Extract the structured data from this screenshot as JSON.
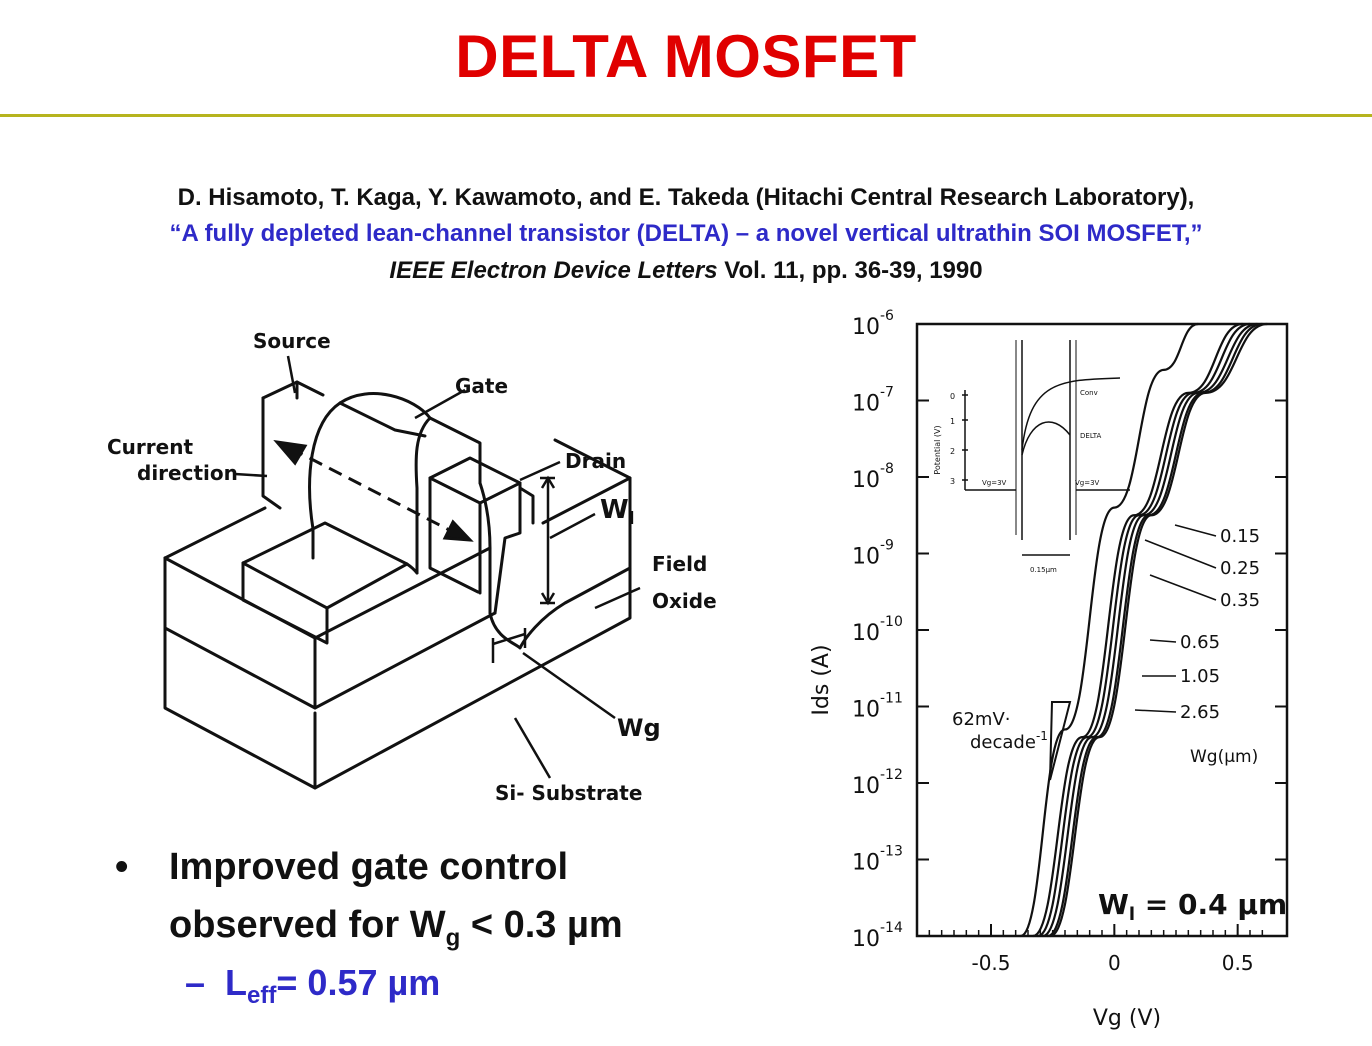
{
  "slide": {
    "title": "DELTA MOSFET"
  },
  "reference": {
    "authors": "D. Hisamoto, T. Kaga, Y. Kawamoto, and E. Takeda (Hitachi Central Research Laboratory),",
    "paper_title": "“A fully depleted lean-channel transistor (DELTA) – a novel vertical ultrathin SOI MOSFET,”",
    "journal": "IEEE Electron Device Letters",
    "details": " Vol. 11, pp. 36-39, 1990"
  },
  "device_figure": {
    "labels": {
      "source": "Source",
      "gate": "Gate",
      "current1": "Current",
      "current2": "direction",
      "drain": "Drain",
      "wl": "W",
      "wl_sub": "l",
      "field": "Field",
      "oxide": "Oxide",
      "wg": "Wg",
      "substrate": "Si- Substrate"
    }
  },
  "bullets": {
    "main_1": "Improved gate control",
    "main_2a": "observed for W",
    "main_2sub": "g",
    "main_2b": " < 0.3 µm",
    "sub_a": "L",
    "sub_sub": "eff",
    "sub_b": "= 0.57 µm",
    "dot": "•",
    "dash": "–"
  },
  "chart_data": {
    "type": "line",
    "xlabel": "Vg (V)",
    "ylabel": "Ids (A)",
    "xlim": [
      -0.8,
      0.7
    ],
    "ylim_log10": [
      -14,
      -6
    ],
    "x_ticks": [
      "-0.5",
      "0",
      "0.5"
    ],
    "y_ticks": [
      {
        "base": "10",
        "exp": "-6"
      },
      {
        "base": "10",
        "exp": "-7"
      },
      {
        "base": "10",
        "exp": "-8"
      },
      {
        "base": "10",
        "exp": "-9"
      },
      {
        "base": "10",
        "exp": "-10"
      },
      {
        "base": "10",
        "exp": "-11"
      },
      {
        "base": "10",
        "exp": "-12"
      },
      {
        "base": "10",
        "exp": "-13"
      },
      {
        "base": "10",
        "exp": "-14"
      }
    ],
    "series": [
      {
        "name": "0.15",
        "x": [
          -0.38,
          -0.2,
          0.0,
          0.2,
          0.34
        ],
        "log10_y": [
          -14,
          -11.3,
          -8.4,
          -6.6,
          -6
        ]
      },
      {
        "name": "0.25",
        "x": [
          -0.33,
          -0.13,
          0.08,
          0.3,
          0.52
        ],
        "log10_y": [
          -14,
          -11.4,
          -8.5,
          -6.9,
          -6
        ]
      },
      {
        "name": "0.35",
        "x": [
          -0.31,
          -0.11,
          0.1,
          0.32,
          0.55
        ],
        "log10_y": [
          -14,
          -11.4,
          -8.5,
          -6.9,
          -6
        ]
      },
      {
        "name": "0.65",
        "x": [
          -0.29,
          -0.09,
          0.12,
          0.34,
          0.58
        ],
        "log10_y": [
          -14,
          -11.4,
          -8.5,
          -6.9,
          -6
        ]
      },
      {
        "name": "1.05",
        "x": [
          -0.27,
          -0.07,
          0.14,
          0.36,
          0.6
        ],
        "log10_y": [
          -14,
          -11.4,
          -8.5,
          -6.9,
          -6
        ]
      },
      {
        "name": "2.65",
        "x": [
          -0.26,
          -0.06,
          0.15,
          0.37,
          0.62
        ],
        "log10_y": [
          -14,
          -11.4,
          -8.5,
          -6.9,
          -6
        ]
      }
    ],
    "legend_title": "Wg(µm)",
    "annotations": {
      "slope1": "62mV·",
      "slope2": "decade",
      "slope_sup": "-1",
      "wl_label_a": "W",
      "wl_label_sub": "l",
      "wl_label_b": " = 0.4 µm"
    },
    "inset": {
      "ylabel": "Potential (V)",
      "y_ticks": [
        "0",
        "1",
        "2",
        "3"
      ],
      "conv": "Conv",
      "delta": "DELTA",
      "vg_left": "Vg=3V",
      "vg_right": "Vg=3V",
      "width": "0.15µm"
    }
  }
}
